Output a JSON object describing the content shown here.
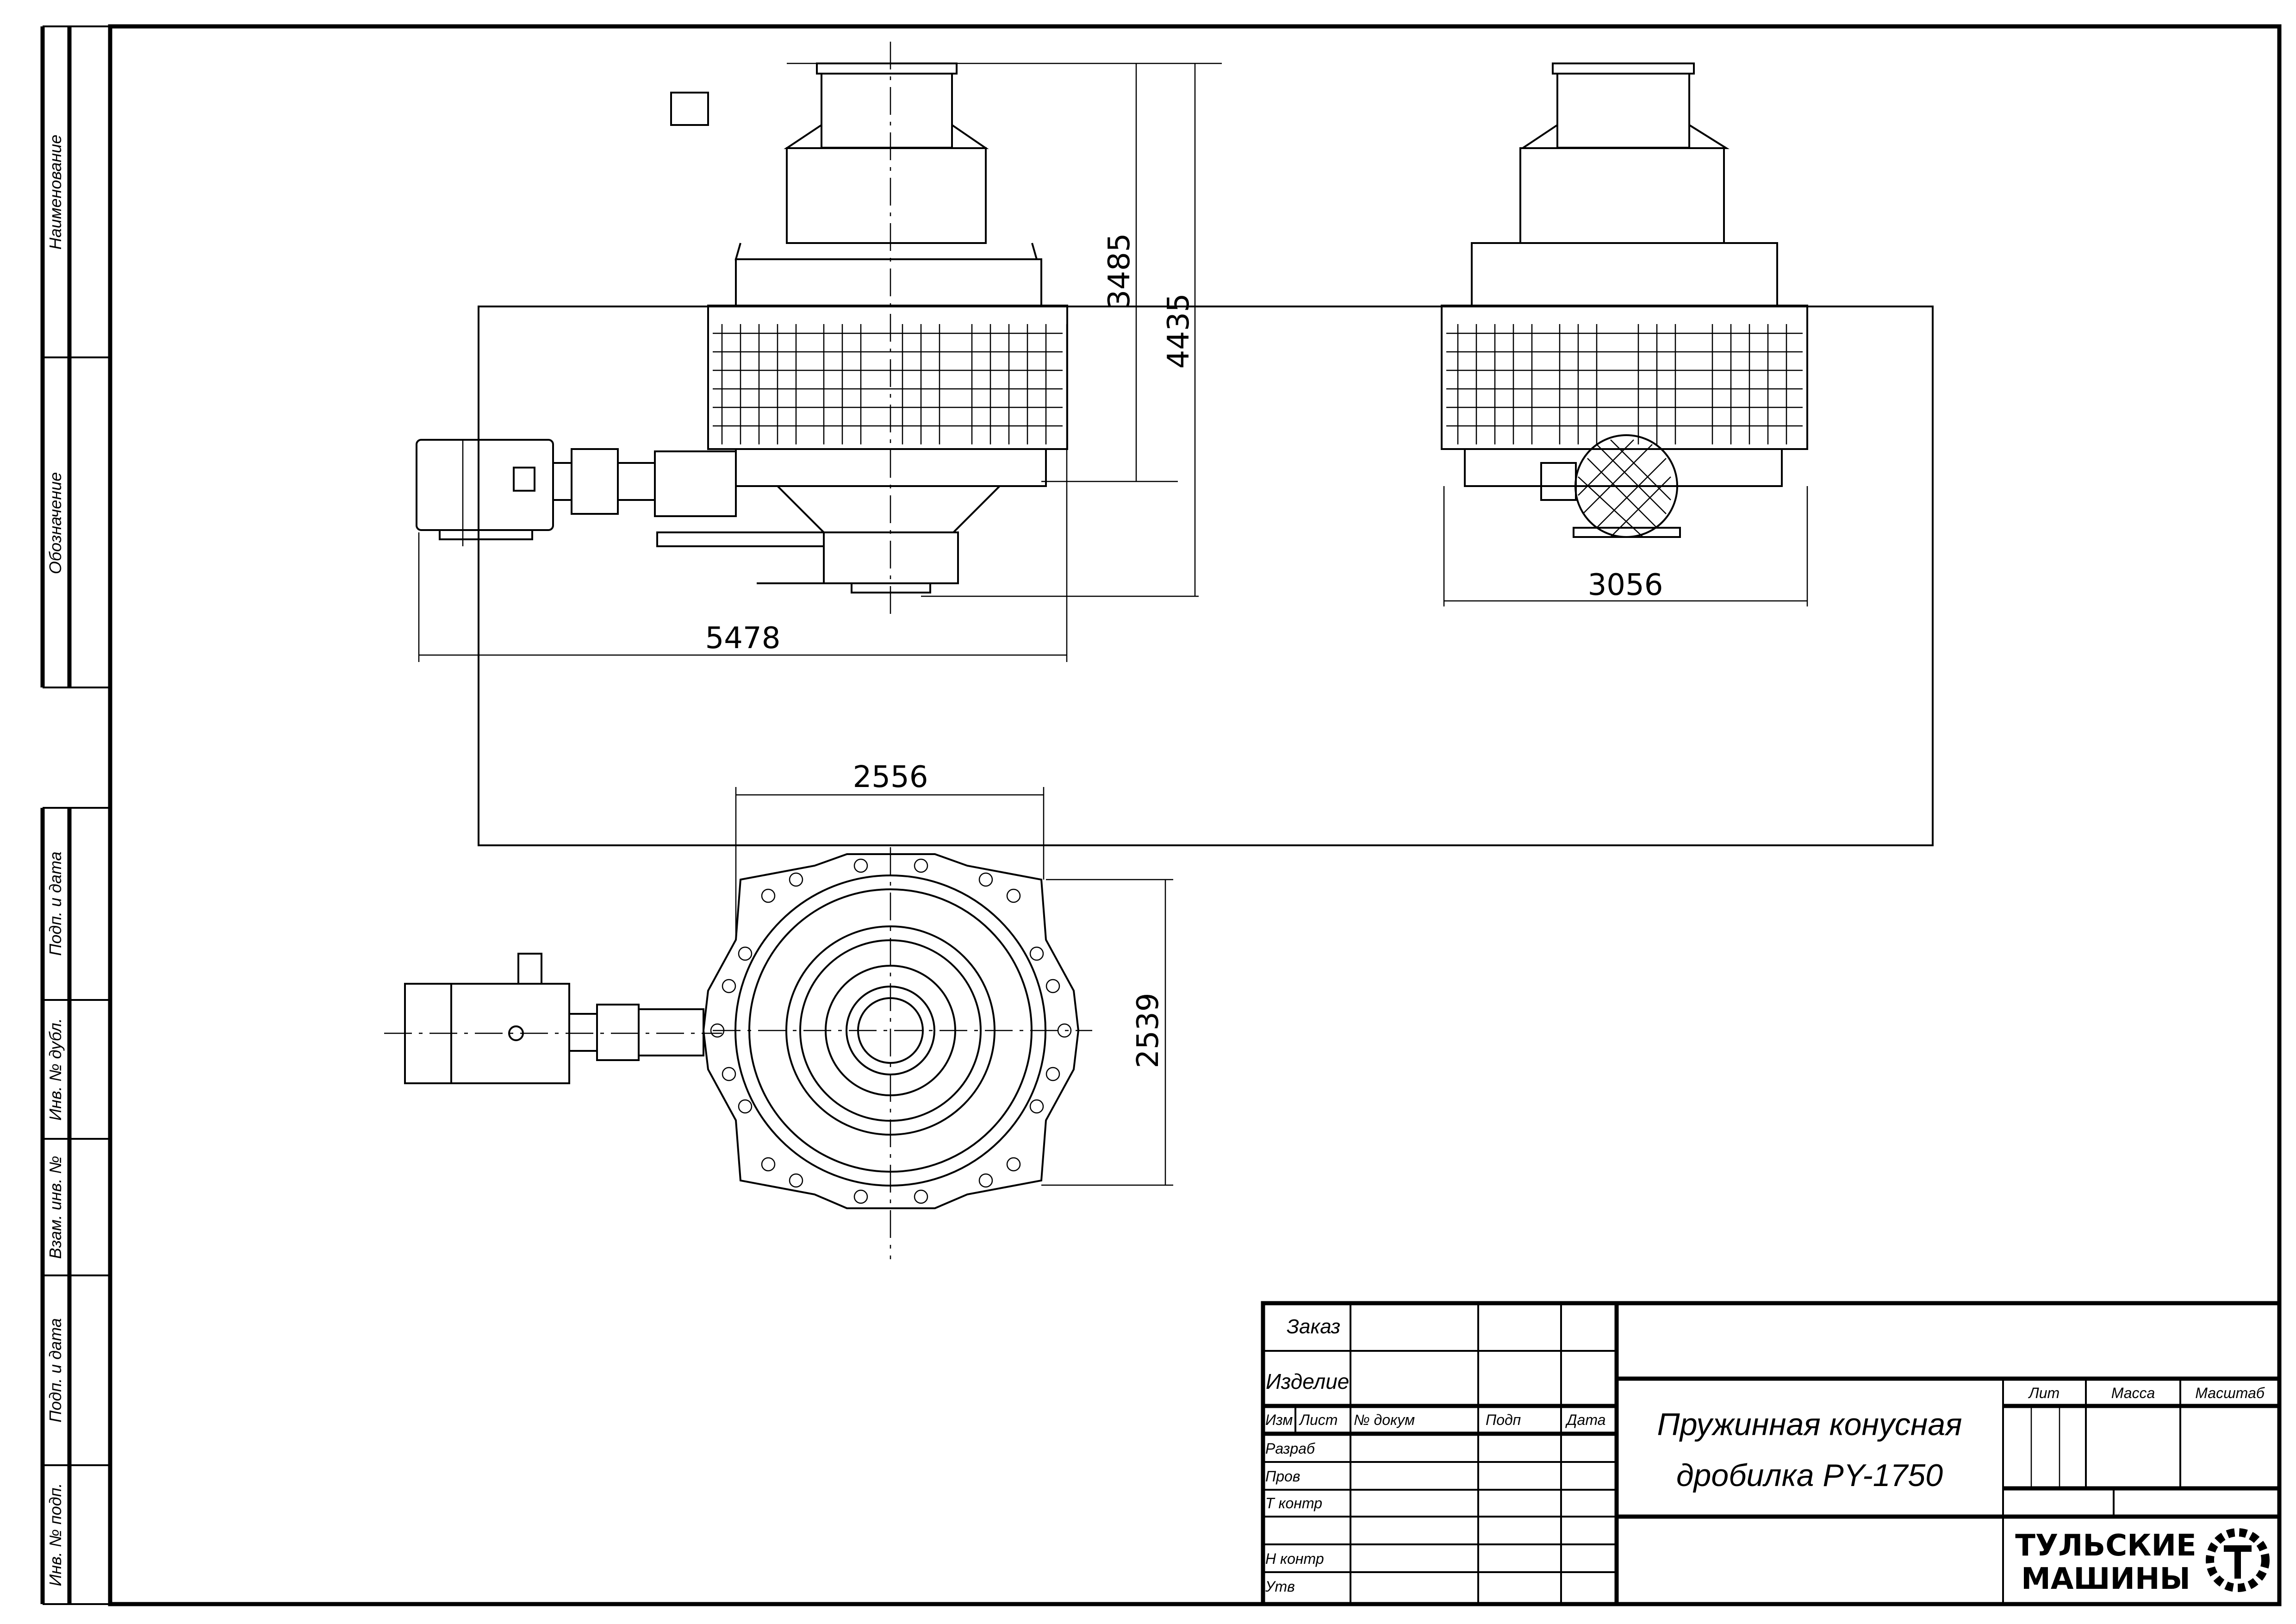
{
  "side_strip": {
    "labels": [
      "Наименование",
      "Обозначение",
      "Подп. и дата",
      "Инв. № дубл.",
      "Взам. инв. №",
      "Подп. и дата",
      "Инв. № подп."
    ]
  },
  "dimensions": {
    "front_height_body": "3485",
    "front_height_total": "4435",
    "front_length": "5478",
    "side_width": "3056",
    "top_width": "2556",
    "top_depth": "2539"
  },
  "title_block": {
    "order": "Заказ",
    "product": "Изделие",
    "headers": [
      "Изм",
      "Лист",
      "№ докум",
      "Подп",
      "Дата"
    ],
    "roles": [
      "Разраб",
      "Пров",
      "Т контр",
      "Н контр",
      "Утв"
    ],
    "title_line1": "Пружинная конусная",
    "title_line2": "дробилка PY-1750",
    "lit": "Лит",
    "mass": "Масса",
    "scale": "Масштаб",
    "company_line1": "ТУЛЬСКИЕ",
    "company_line2": "МАШИНЫ"
  }
}
